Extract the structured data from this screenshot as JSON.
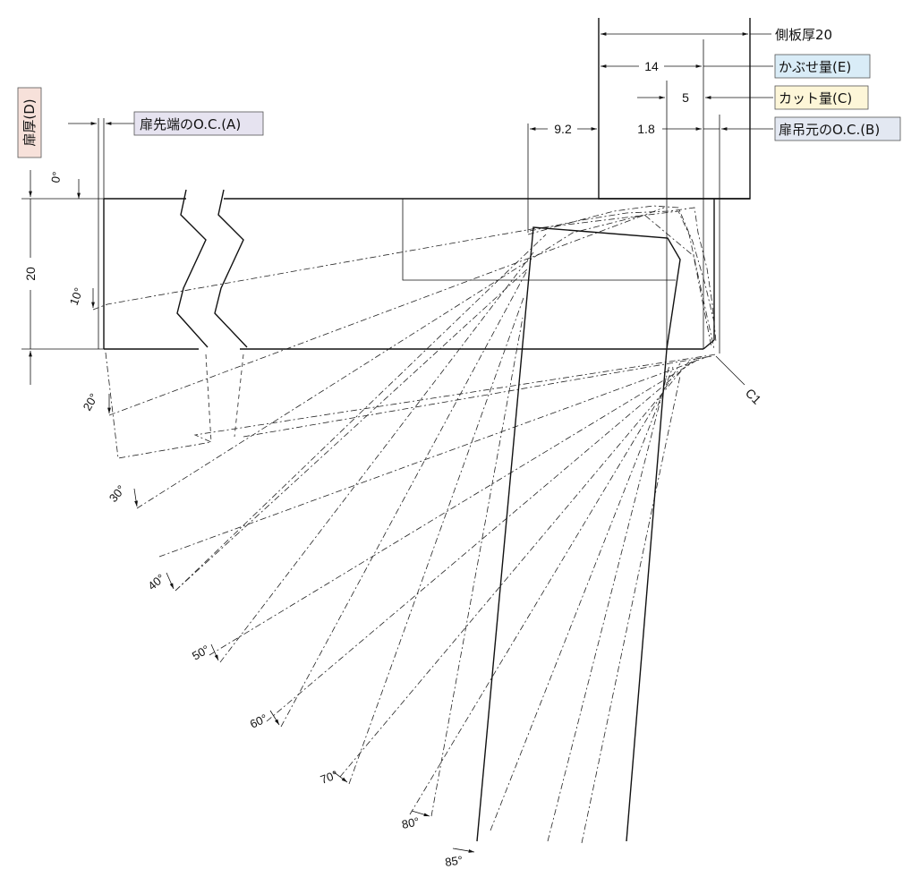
{
  "labels": {
    "side_panel": "側板厚20",
    "overlay": "かぶせ量(E)",
    "cut": "カット量(C)",
    "hinge_oc": "扉吊元のO.C.(B)",
    "tip_oc": "扉先端のO.C.(A)",
    "door_thickness": "扉厚(D)",
    "chamfer": "C1"
  },
  "dimensions": {
    "d14": "14",
    "d5": "5",
    "d92": "9.2",
    "d18": "1.8",
    "d20": "20"
  },
  "angles": [
    "0°",
    "10°",
    "20°",
    "30°",
    "40°",
    "50°",
    "60°",
    "70°",
    "80°",
    "85°"
  ],
  "colors": {
    "overlay_bg": "#d9ecf7",
    "cut_bg": "#fdf6d8",
    "hinge_bg": "#e3e8f2",
    "tip_bg": "#e6e3f0",
    "thickness_bg": "#f7e1da"
  }
}
